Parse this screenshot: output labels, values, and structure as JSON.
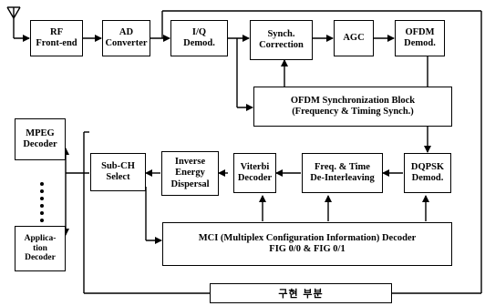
{
  "blocks": {
    "rf": "RF\nFront-end",
    "ad": "AD\nConverter",
    "iq": "I/Q\nDemod.",
    "synch": "Synch.\nCorrection",
    "agc": "AGC",
    "ofdm": "OFDM\nDemod.",
    "sync_block": "OFDM Synchronization Block\n(Frequency & Timing Synch.)",
    "mpeg": "MPEG\nDecoder",
    "app": "Applica-\ntion\nDecoder",
    "subch": "Sub-CH\nSelect",
    "inverse": "Inverse\nEnergy\nDispersal",
    "viterbi": "Viterbi\nDecoder",
    "freq": "Freq. & Time\nDe-Interleaving",
    "dqpsk": "DQPSK\nDemod.",
    "mci": "MCI (Multiplex Configuration Information) Decoder\nFIG 0/0 & FIG 0/1"
  },
  "footer": {
    "label": "구현   부분"
  }
}
